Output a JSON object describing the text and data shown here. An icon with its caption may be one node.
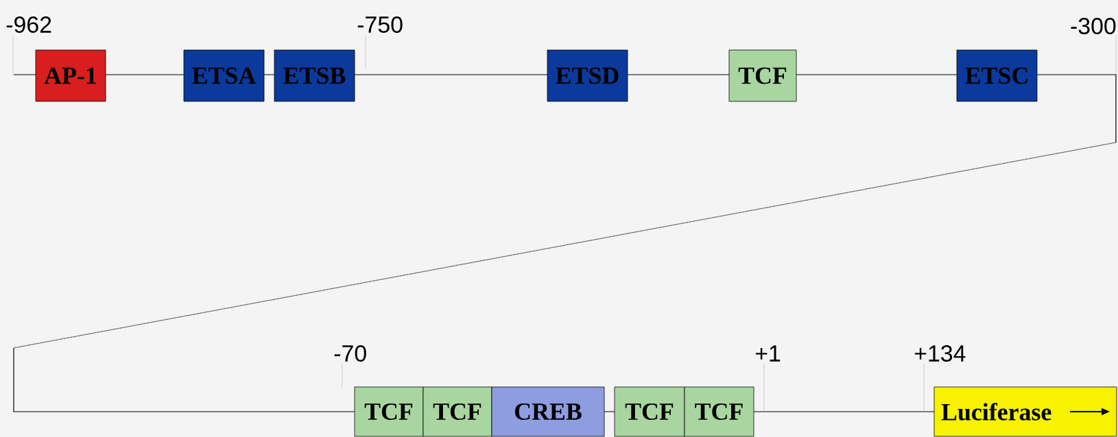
{
  "diagram": {
    "nodes": [
      {
        "text": [
          "AP-1"
        ]
      },
      {
        "text": [
          "ETSA"
        ]
      },
      {
        "text": [
          "ETSB"
        ]
      },
      {
        "text": [
          "ETSD"
        ]
      },
      {
        "text": [
          "TCF"
        ]
      },
      {
        "text": [
          "ETSC"
        ]
      },
      {
        "text": [
          "TCF"
        ]
      },
      {
        "text": [
          "TCF"
        ]
      },
      {
        "text": [
          "CREB"
        ]
      },
      {
        "text": [
          "TCF"
        ]
      },
      {
        "text": [
          "TCF"
        ]
      },
      {
        "text": [
          "Luciferase"
        ]
      }
    ],
    "labels": [
      "-962",
      "-750",
      "-300",
      "-70",
      "+1",
      "+134"
    ]
  }
}
